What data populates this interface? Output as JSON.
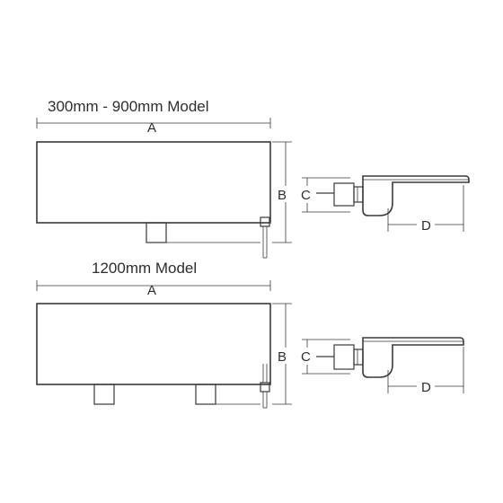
{
  "top_model": {
    "title": "300mm - 900mm  Model",
    "label_a": "A",
    "label_b": "B",
    "label_c": "C",
    "label_d": "D"
  },
  "bottom_model": {
    "title": "1200mm Model",
    "label_a": "A",
    "label_b": "B",
    "label_c": "C",
    "label_d": "D"
  },
  "colors": {
    "line": "#3a3a3a",
    "text": "#2e2e2e",
    "background": "#ffffff"
  }
}
